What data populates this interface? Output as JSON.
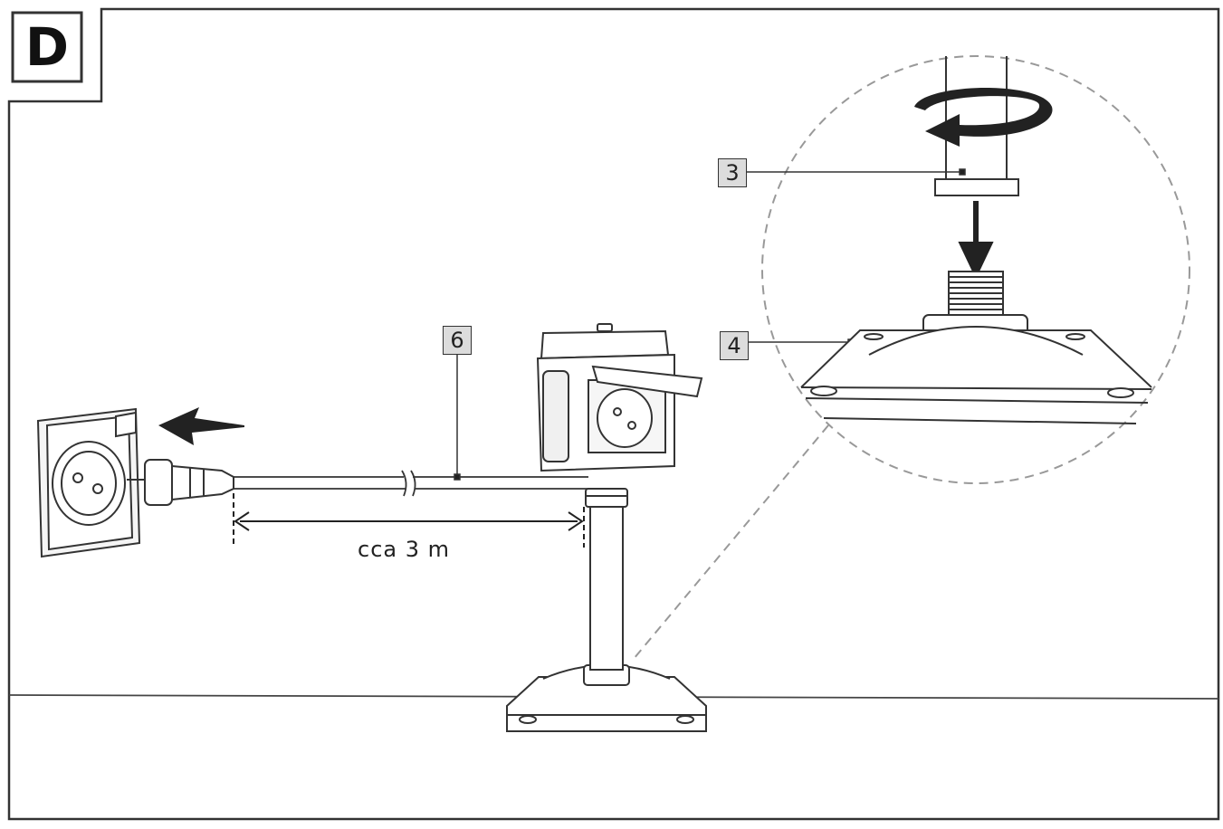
{
  "figure": {
    "letter": "D"
  },
  "callouts": {
    "part_3": "3",
    "part_4": "4",
    "part_6": "6"
  },
  "dimension": {
    "cable_length": "cca 3 m"
  },
  "colors": {
    "line": "#333333",
    "label_fill": "#dcdcdc",
    "dashed": "#999999",
    "background": "#ffffff"
  }
}
